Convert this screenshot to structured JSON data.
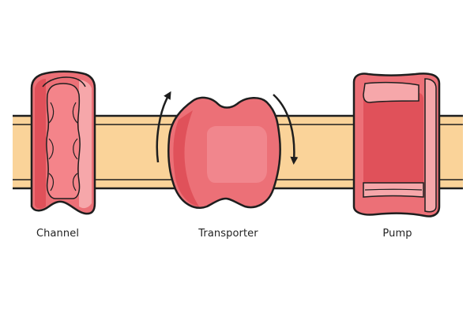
{
  "colors": {
    "background": "#ffffff",
    "membrane_fill": "#fad399",
    "membrane_outline": "#1e1e1e",
    "protein_base": "#ec7077",
    "protein_dark": "#e0515a",
    "protein_light": "#f6a7aa",
    "arrow": "#1e1e1e",
    "outline": "#1e1e1e"
  },
  "proteins": [
    {
      "id": "channel",
      "label": "Channel",
      "icon": "channel-protein-icon"
    },
    {
      "id": "transporter",
      "label": "Transporter",
      "icon": "transporter-protein-icon"
    },
    {
      "id": "pump",
      "label": "Pump",
      "icon": "pump-protein-icon"
    }
  ],
  "arrows": [
    {
      "id": "transporter-rotation-up",
      "icon": "curved-arrow-up-icon"
    },
    {
      "id": "transporter-rotation-down",
      "icon": "curved-arrow-down-icon"
    }
  ]
}
